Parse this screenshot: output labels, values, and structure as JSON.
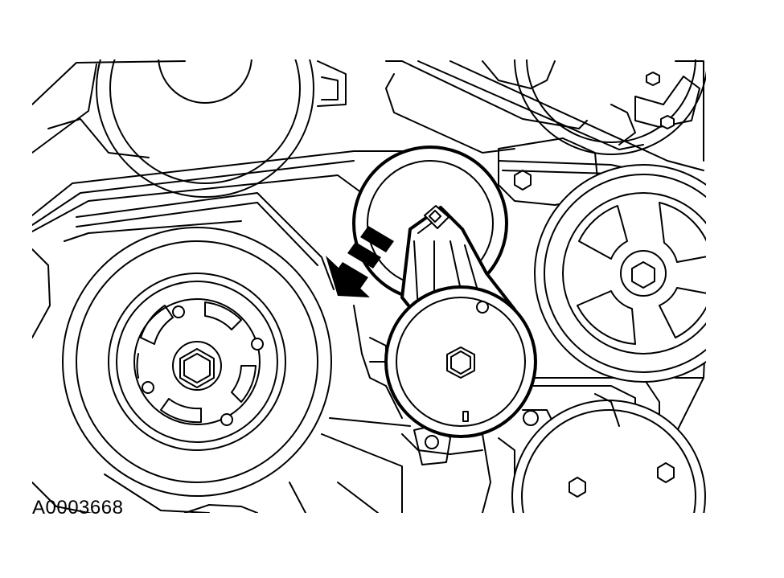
{
  "figure": {
    "id_label": "A0003668"
  },
  "colors": {
    "line": "#000000",
    "background": "#ffffff"
  },
  "components": [
    "crankshaft-pulley",
    "belt-tensioner",
    "idler-pulley",
    "water-pump-pulley",
    "alternator",
    "drive-belt",
    "direction-arrow"
  ]
}
